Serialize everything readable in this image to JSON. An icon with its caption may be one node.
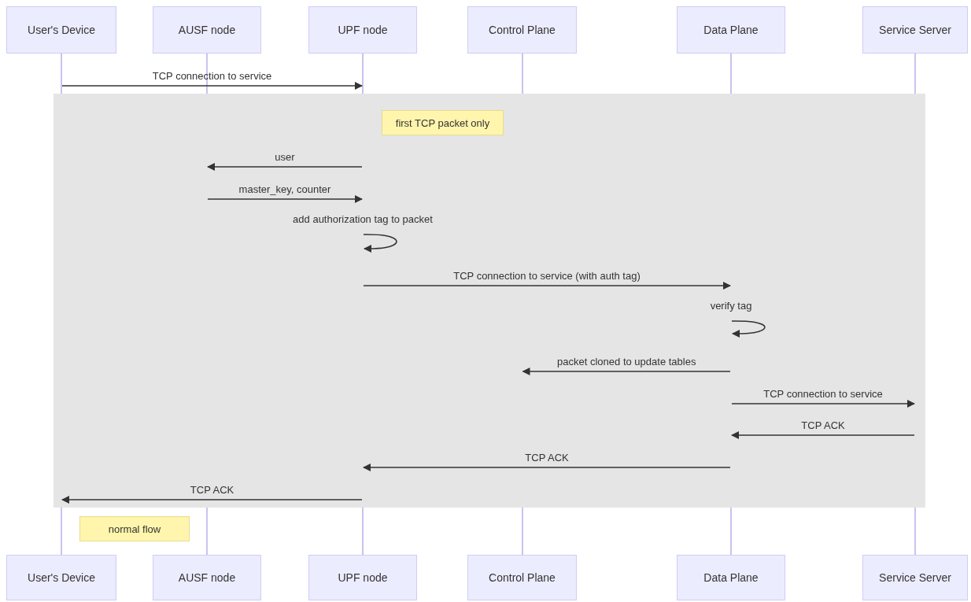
{
  "diagram": {
    "nodes": [
      {
        "text": [
          "User's Device"
        ]
      },
      {
        "text": [
          "AUSF node"
        ]
      },
      {
        "text": [
          "UPF node"
        ]
      },
      {
        "text": [
          "Control Plane"
        ]
      },
      {
        "text": [
          "Data Plane"
        ]
      },
      {
        "text": [
          "Service Server"
        ]
      },
      {
        "text": [],
        "shape": "bar"
      },
      {
        "text": [],
        "shape": "bar"
      },
      {
        "text": [],
        "shape": "bar"
      },
      {
        "text": [],
        "shape": "bar"
      },
      {
        "text": [],
        "shape": "bar"
      },
      {
        "text": [],
        "shape": "bar"
      },
      {
        "text": [],
        "shape": "box"
      },
      {
        "text": [
          "first TCP packet only"
        ],
        "in": 12
      },
      {
        "text": [
          "normal flow"
        ]
      },
      {
        "text": [
          "User's Device"
        ]
      },
      {
        "text": [
          "AUSF node"
        ]
      },
      {
        "text": [
          "UPF node"
        ]
      },
      {
        "text": [
          "Control Plane"
        ]
      },
      {
        "text": [
          "Data Plane"
        ]
      },
      {
        "text": [
          "Service Server"
        ]
      }
    ],
    "edges": [
      {
        "from": 6,
        "to": 8,
        "arrow": "to",
        "label": "TCP connection to service"
      },
      {
        "from": 8,
        "to": 7,
        "arrow": "to",
        "label": "user"
      },
      {
        "from": 7,
        "to": 8,
        "arrow": "to",
        "label": "master_key, counter"
      },
      {
        "from": 8,
        "to": 8,
        "arrow": "to",
        "label": "add authorization tag to packet"
      },
      {
        "from": 8,
        "to": 10,
        "arrow": "to",
        "label": "TCP connection to service (with auth tag)"
      },
      {
        "from": 10,
        "to": 10,
        "arrow": "to",
        "label": "verify tag"
      },
      {
        "from": 10,
        "to": 9,
        "arrow": "to",
        "label": "packet cloned to update tables"
      },
      {
        "from": 10,
        "to": 11,
        "arrow": "to",
        "label": "TCP connection to service"
      },
      {
        "from": 11,
        "to": 10,
        "arrow": "to",
        "label": "TCP ACK"
      },
      {
        "from": 10,
        "to": 8,
        "arrow": "to",
        "label": "TCP ACK"
      },
      {
        "from": 8,
        "to": 6,
        "arrow": "to",
        "label": "TCP ACK"
      }
    ]
  }
}
